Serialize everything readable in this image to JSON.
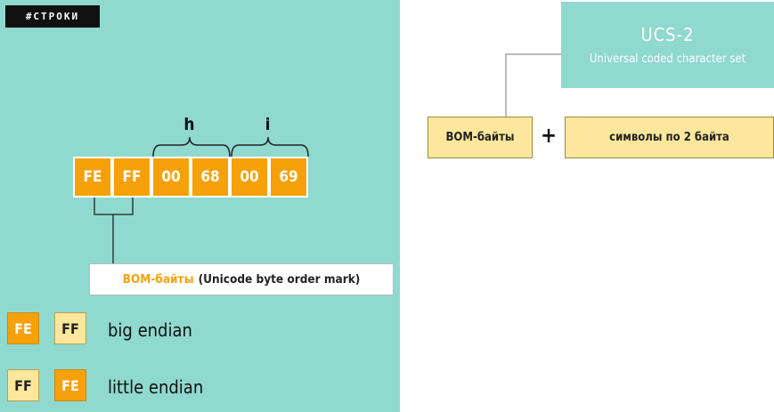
{
  "tag": "#СТРОКИ",
  "bytes": [
    "FE",
    "FF",
    "00",
    "68",
    "00",
    "69"
  ],
  "chars": [
    "h",
    "i"
  ],
  "bom_label": {
    "accent": "BOM-байты",
    "rest": "(Unicode byte order mark)"
  },
  "endian": [
    {
      "boxes": [
        "FE",
        "FF"
      ],
      "label": "big endian"
    },
    {
      "boxes": [
        "FF",
        "FE"
      ],
      "label": "little endian"
    }
  ],
  "ucs": {
    "title": "UCS-2",
    "subtitle": "Universal coded character set"
  },
  "formula": {
    "bom": "BOM-байты",
    "plus": "+",
    "symbols": "символы по 2 байта"
  },
  "colors": {
    "teal": "#8fd9cf",
    "orange": "#f7a10a",
    "yellow": "#fde79c"
  }
}
